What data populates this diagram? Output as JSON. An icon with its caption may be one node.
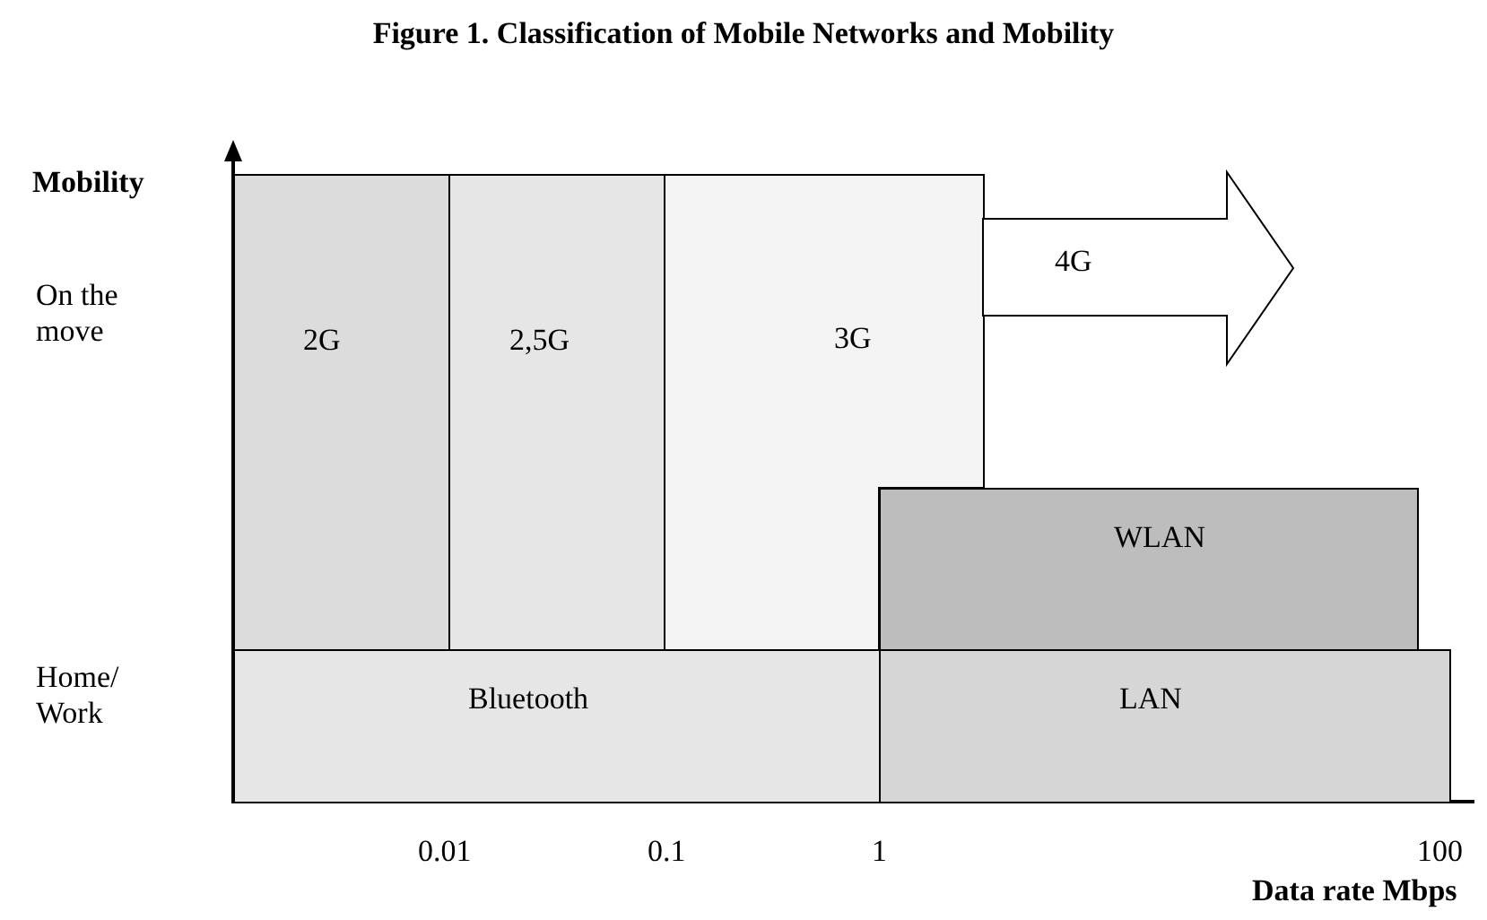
{
  "diagram": {
    "title": "Figure 1. Classification of Mobile Networks and Mobility",
    "nodes": [
      {
        "text": [
          "2G"
        ]
      },
      {
        "text": [
          "2,5G"
        ]
      },
      {
        "text": [
          "3G"
        ]
      },
      {
        "text": [
          "4G"
        ]
      },
      {
        "text": [
          "WLAN"
        ]
      },
      {
        "text": [
          "Bluetooth"
        ]
      },
      {
        "text": [
          "LAN"
        ]
      }
    ],
    "labels": [
      "Mobility",
      "On the move",
      "Home/ Work",
      "0.01",
      "0.1",
      "1",
      "100",
      "Data rate Mbps"
    ]
  }
}
